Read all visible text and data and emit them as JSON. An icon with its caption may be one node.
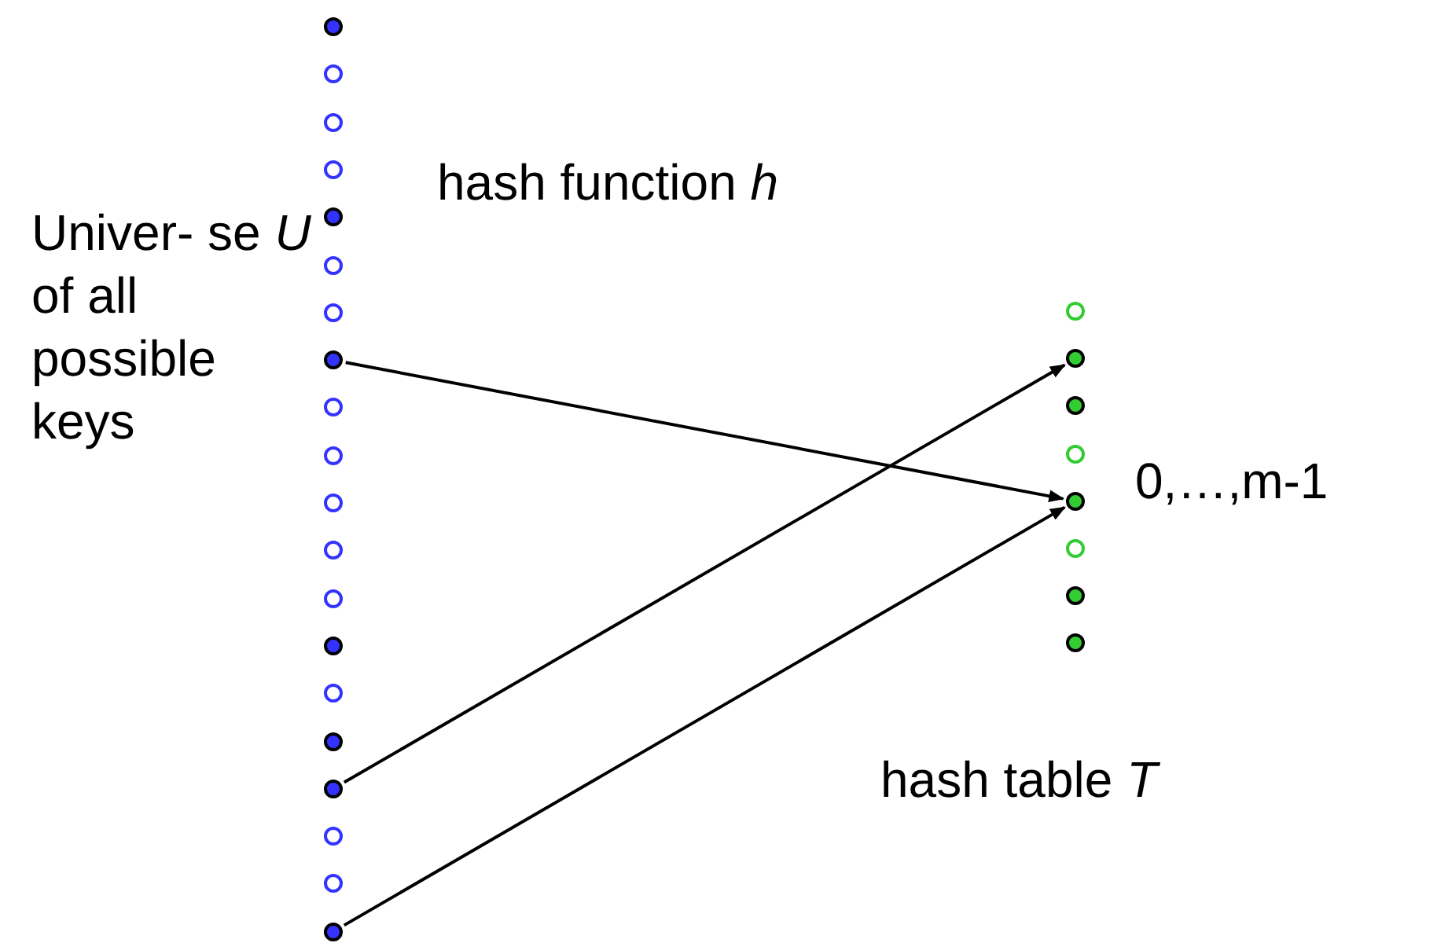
{
  "diagram": {
    "nodes": [
      {
        "text": [],
        "shape": "dot"
      },
      {
        "text": [],
        "shape": "circle"
      },
      {
        "text": [],
        "shape": "circle"
      },
      {
        "text": [],
        "shape": "circle"
      },
      {
        "text": [],
        "shape": "dot"
      },
      {
        "text": [],
        "shape": "circle"
      },
      {
        "text": [],
        "shape": "circle"
      },
      {
        "text": [],
        "shape": "dot"
      },
      {
        "text": [],
        "shape": "circle"
      },
      {
        "text": [],
        "shape": "circle"
      },
      {
        "text": [],
        "shape": "circle"
      },
      {
        "text": [],
        "shape": "circle"
      },
      {
        "text": [],
        "shape": "circle"
      },
      {
        "text": [],
        "shape": "dot"
      },
      {
        "text": [],
        "shape": "circle"
      },
      {
        "text": [],
        "shape": "dot"
      },
      {
        "text": [],
        "shape": "dot"
      },
      {
        "text": [],
        "shape": "circle"
      },
      {
        "text": [],
        "shape": "circle"
      },
      {
        "text": [],
        "shape": "dot"
      },
      {
        "text": [],
        "shape": "circle"
      },
      {
        "text": [],
        "shape": "dot"
      },
      {
        "text": [],
        "shape": "dot"
      },
      {
        "text": [],
        "shape": "circle"
      },
      {
        "text": [],
        "shape": "dot"
      },
      {
        "text": [],
        "shape": "circle"
      },
      {
        "text": [],
        "shape": "dot"
      },
      {
        "text": [],
        "shape": "dot"
      }
    ],
    "edges": [
      {
        "from": 7,
        "to": 24,
        "arrow": "to"
      },
      {
        "from": 16,
        "to": 21,
        "arrow": "to"
      },
      {
        "from": 19,
        "to": 24,
        "arrow": "to"
      }
    ],
    "labels": [
      "hash function *h*",
      "Univer- se *U* of all possible keys",
      "0,…,m-1",
      "hash table *T*"
    ]
  }
}
